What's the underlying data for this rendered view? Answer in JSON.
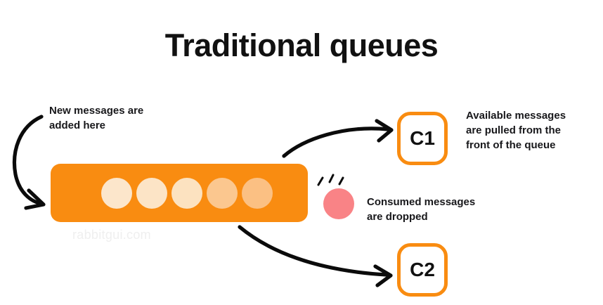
{
  "title": "Traditional queues",
  "watermark": "rabbitgui.com",
  "annotations": {
    "new_messages": "New messages are\nadded here",
    "available_messages": "Available messages\nare pulled from  the\nfront of the queue",
    "consumed_messages": "Consumed messages\nare dropped"
  },
  "queue": {
    "messages": [
      {
        "id": "message-1",
        "color": "#FCE6CB"
      },
      {
        "id": "message-2",
        "color": "#FCE4C6"
      },
      {
        "id": "message-3",
        "color": "#FCE2C0"
      },
      {
        "id": "message-4",
        "color": "#FBC78F"
      },
      {
        "id": "message-5",
        "color": "#FBC083"
      }
    ]
  },
  "consumers": [
    {
      "id": "c1",
      "label": "C1"
    },
    {
      "id": "c2",
      "label": "C2"
    }
  ],
  "dropped_message": {
    "color": "#F98386",
    "motion_lines": 3
  },
  "colors": {
    "queue_orange": "#F98C11",
    "consumer_border": "#F98C11",
    "dropped_pink": "#F98386",
    "text": "#18181b",
    "title": "#111111",
    "watermark": "#EFEFEF",
    "arrow": "#0B0B0B",
    "background": "#FFFFFF"
  },
  "arrows": [
    {
      "id": "arrow-ingress",
      "from": "new-messages-label",
      "to": "queue-left-end"
    },
    {
      "id": "arrow-to-c1",
      "from": "queue-right-end",
      "to": "consumer-c1"
    },
    {
      "id": "arrow-to-c2",
      "from": "queue-bottom-right",
      "to": "consumer-c2"
    }
  ]
}
